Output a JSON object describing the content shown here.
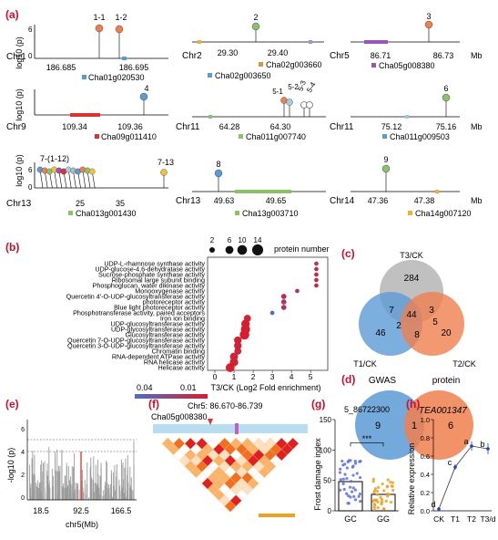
{
  "panel_labels": {
    "a": "(a)",
    "b": "(b)",
    "c": "(c)",
    "d": "(d)",
    "e": "(e)",
    "f": "(f)",
    "g": "(g)",
    "h": "(h)"
  },
  "colors": {
    "panel_label": "#c8102e",
    "blue": "#5b9bd5",
    "orange": "#f07f4f",
    "grey": "#b5b5b5",
    "green": "#8cc06b",
    "purple": "#9a55b5",
    "red": "#e03030"
  },
  "panel_a": {
    "ylabel": "log10 (p)",
    "tracks": [
      {
        "chr": "Chr1",
        "ticks": [
          "186.685",
          "186.695"
        ],
        "peaks": [
          "1-1",
          "1-2"
        ],
        "genes": [
          "Cha01g020530"
        ],
        "y_ticks": [
          "6",
          "0"
        ]
      },
      {
        "chr": "Chr2",
        "ticks": [
          "29.30",
          "29.40"
        ],
        "peaks": [
          "2"
        ],
        "genes": [
          "Cha02g003650",
          "Cha02g003660"
        ]
      },
      {
        "chr": "Chr5",
        "ticks": [
          "86.71",
          "86.73"
        ],
        "unit": "Mb",
        "peaks": [
          "3"
        ],
        "genes": [
          "Cha05g008380"
        ]
      },
      {
        "chr": "Chr9",
        "ticks": [
          "109.34",
          "109.36"
        ],
        "peaks": [
          "4"
        ],
        "genes": [
          "Cha09g011410"
        ]
      },
      {
        "chr": "Chr11",
        "ticks": [
          "64.28",
          "64.30"
        ],
        "peaks": [
          "5-1",
          "5-2",
          "5-3",
          "5-4"
        ],
        "genes": [
          "Cha011g007740"
        ]
      },
      {
        "chr": "Chr11",
        "ticks": [
          "75.12",
          "75.16"
        ],
        "unit": "Mb",
        "peaks": [
          "6"
        ],
        "genes": [
          "Cha011g009503"
        ]
      },
      {
        "chr": "Chr13",
        "ticks": [
          "25",
          "35"
        ],
        "peaks": [
          "7-(1-12)",
          "7-13"
        ],
        "genes": [
          "Cha013g001430"
        ],
        "y_ticks": [
          "6",
          "0"
        ]
      },
      {
        "chr": "Chr13",
        "ticks": [
          "49.63",
          "49.65"
        ],
        "peaks": [
          "8"
        ],
        "genes": [
          "Cha13g003710"
        ]
      },
      {
        "chr": "Chr14",
        "ticks": [
          "47.36",
          "47.38"
        ],
        "unit": "Mb",
        "peaks": [
          "9"
        ],
        "genes": [
          "Cha14g007120"
        ]
      }
    ]
  },
  "panel_b": {
    "chart_data": {
      "type": "scatter",
      "categories": [
        "UDP-L-rhamnose synthase activity",
        "UDP-glucose-4,6-dehydratase activity",
        "Sucrose-phosphate synthase activity",
        "Ribosomal large subunit binding",
        "Phosphoglucan, water dikinase activity",
        "Monooxygenase activity",
        "Quercetin 4'-O-UDP-glucosyltransferase activity",
        "photoreceptor activity",
        "Blue light photoreceptor activity",
        "Phosphotransferase activity, paired acceptors",
        "Iron ion binding",
        "UDP-glucosyltransferase activity",
        "UDP-glycosyltransferase activity",
        "Glucosyltransferase activity",
        "Quercetin 7-O-UDP-glucosyltransferase activity",
        "Quercetin 3-O-UDP-glucosyltransferase activity",
        "Chromatin binding",
        "RNA-dependent ATPase activity",
        "RNA helicase activity",
        "Helicase activity"
      ],
      "x": [
        5.3,
        5.3,
        5.3,
        5.3,
        5.3,
        4.3,
        3.6,
        3.6,
        3.6,
        3.0,
        1.7,
        1.6,
        1.6,
        1.55,
        1.2,
        1.2,
        1.2,
        1.0,
        1.0,
        0.8
      ],
      "size": [
        1,
        1,
        1,
        1,
        1,
        1,
        2,
        2,
        2,
        1,
        5,
        8,
        10,
        11,
        6,
        6,
        5,
        7,
        8,
        9
      ],
      "pvalue": [
        0.02,
        0.015,
        0.015,
        0.015,
        0.015,
        0.018,
        0.015,
        0.02,
        0.02,
        0.04,
        0.012,
        0.01,
        0.01,
        0.01,
        0.012,
        0.012,
        0.013,
        0.011,
        0.011,
        0.01
      ],
      "xlabel": "T3/CK (Log2 Fold enrichment)",
      "x_ticks": [
        0,
        1,
        2,
        3,
        4,
        5
      ],
      "xlim": [
        0,
        5.8
      ],
      "size_legend_title": "protein number",
      "size_legend": [
        2,
        6,
        10,
        14
      ],
      "color_legend": [
        "0.04",
        "0.01"
      ]
    }
  },
  "panel_c": {
    "sets": [
      "T3/CK",
      "T1/CK",
      "T2/CK"
    ],
    "counts": [
      "284",
      "7",
      "44",
      "3",
      "46",
      "2",
      "8",
      "5",
      "20"
    ]
  },
  "panel_d": {
    "sets": [
      "GWAS",
      "protein"
    ],
    "counts": [
      "9",
      "1",
      "6"
    ]
  },
  "panel_e": {
    "ylabel": "-log10 (p)",
    "xlabel": "chr5(Mb)",
    "x_ticks": [
      "18.5",
      "92.5",
      "166.5"
    ],
    "y_ticks": [
      "0",
      "2",
      "4",
      "6"
    ]
  },
  "panel_f": {
    "title": "Chr5: 86.670-86.739",
    "gene": "Cha05g008380"
  },
  "panel_g": {
    "chart_data": {
      "type": "bar",
      "title": "5_86722300",
      "categories": [
        "GC",
        "GG"
      ],
      "values": [
        48,
        27
      ],
      "ylabel": "Frost damage index",
      "ylim": [
        0,
        150
      ],
      "y_ticks": [
        0,
        50,
        100,
        150
      ],
      "significance": "***"
    }
  },
  "panel_h": {
    "chart_data": {
      "type": "line",
      "title": "TEA001347",
      "categories": [
        "CK",
        "T1",
        "T2",
        "T3/d"
      ],
      "values": [
        0.02,
        0.48,
        0.71,
        0.68
      ],
      "errors": [
        0.02,
        0.03,
        0.05,
        0.06
      ],
      "letters": [
        "d",
        "c",
        "a",
        "b"
      ],
      "ylabel": "Relative expression",
      "ylim": [
        0,
        1.0
      ],
      "y_ticks": [
        "0.0",
        "0.2",
        "0.4",
        "0.6",
        "0.8",
        "1.0"
      ]
    }
  }
}
